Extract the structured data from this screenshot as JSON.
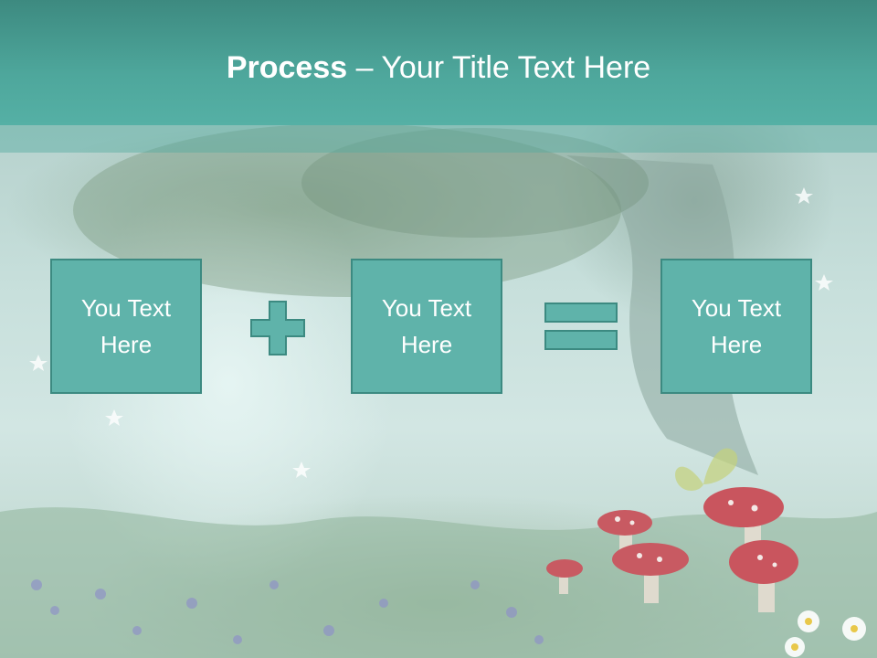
{
  "slide": {
    "title_bold": "Process",
    "title_rest": " – Your Title Text Here"
  },
  "boxes": [
    {
      "label": "You Text Here"
    },
    {
      "label": "You Text Here"
    },
    {
      "label": "You Text Here"
    }
  ],
  "operators": {
    "plus": "plus-icon",
    "equals": "equals-icon"
  },
  "colors": {
    "header": "#4ea79c",
    "box_fill": "#5fb3aa",
    "box_border": "#3c8a81",
    "text": "#ffffff"
  }
}
